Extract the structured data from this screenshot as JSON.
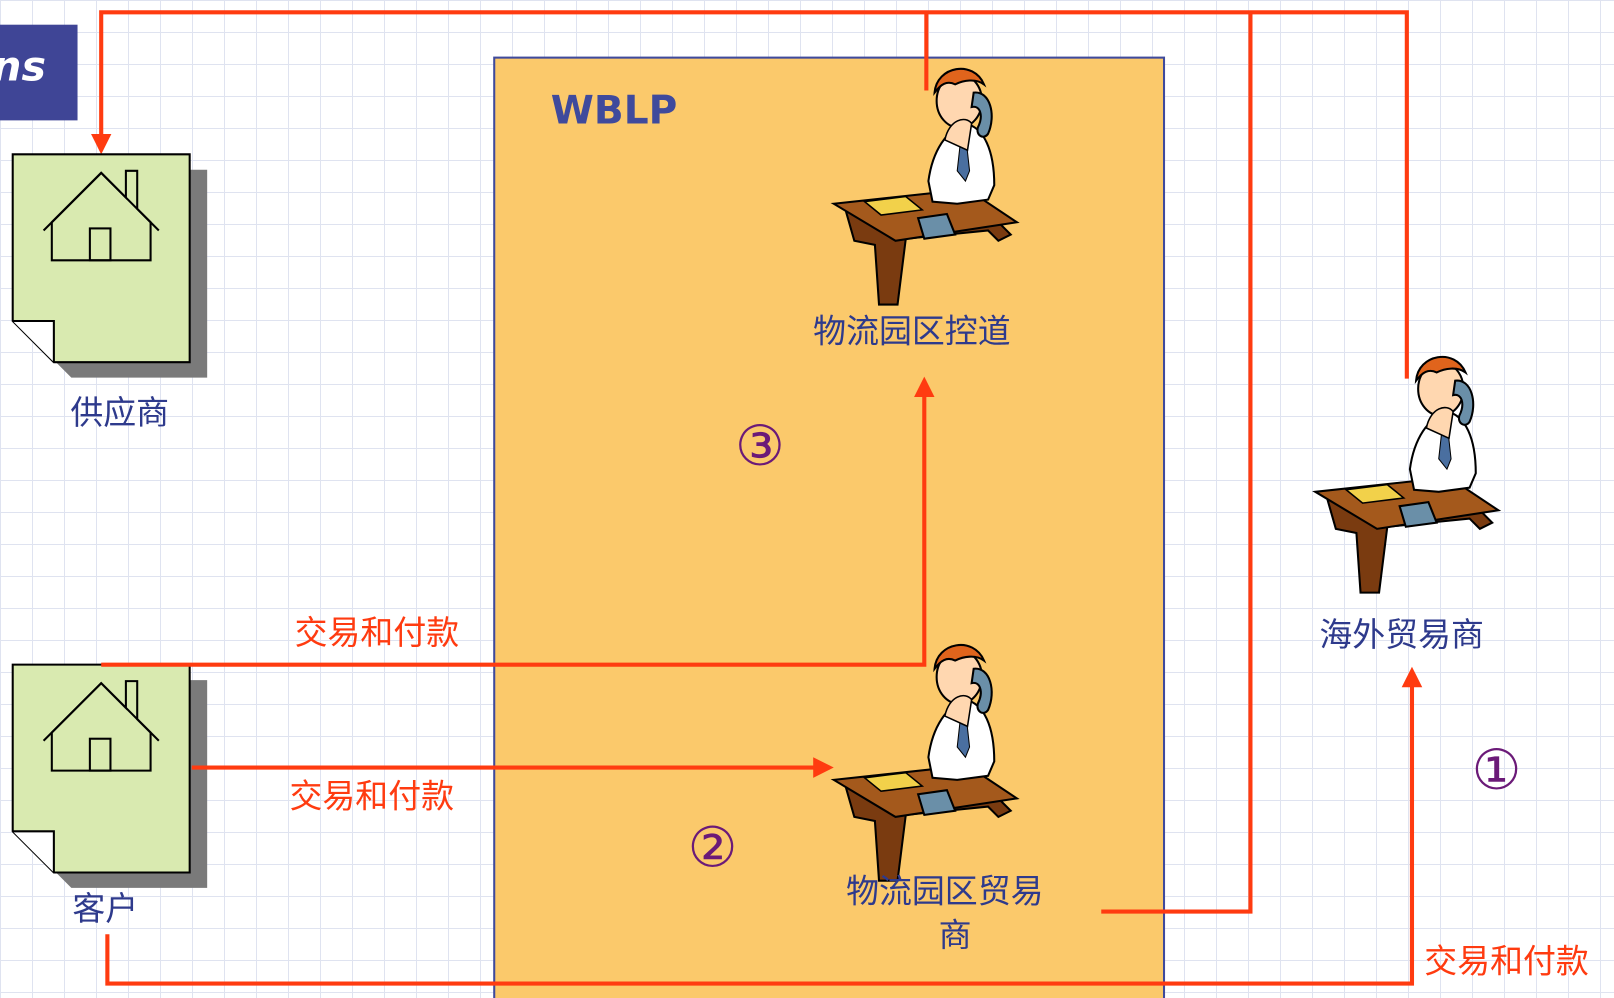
{
  "header": {
    "logo_fragment": "ns"
  },
  "colors": {
    "background": "#ffffff",
    "grid": "#dfe3f0",
    "zone_fill": "#fbc96b",
    "zone_border": "#3f4a9c",
    "arrow": "#ff3b10",
    "label_arrow": "#ff3b10",
    "label_node": "#2e3a8c",
    "step_number": "#6b1a78",
    "doc_fill": "#d9eab0",
    "doc_shadow": "#7a7a7a",
    "logo_bg": "#3f4596"
  },
  "zone": {
    "title": "WBLP"
  },
  "nodes": {
    "supplier": {
      "label": "供应商",
      "icon": "house-document-icon"
    },
    "customer": {
      "label": "客户",
      "icon": "house-document-icon"
    },
    "park_broker": {
      "label": "物流园区控道",
      "icon": "trader-at-desk-icon"
    },
    "park_trader": {
      "label_line1": "物流园区贸易",
      "label_line2": "商",
      "icon": "trader-at-desk-icon"
    },
    "overseas_trader": {
      "label": "海外贸易商",
      "icon": "trader-at-desk-icon"
    }
  },
  "flows": {
    "flow_customer_to_broker": {
      "label": "交易和付款"
    },
    "flow_customer_to_park_trader": {
      "label": "交易和付款"
    },
    "flow_customer_to_overseas": {
      "label": "交易和付款"
    }
  },
  "steps": {
    "step_1": "①",
    "step_2": "②",
    "step_3": "③"
  }
}
